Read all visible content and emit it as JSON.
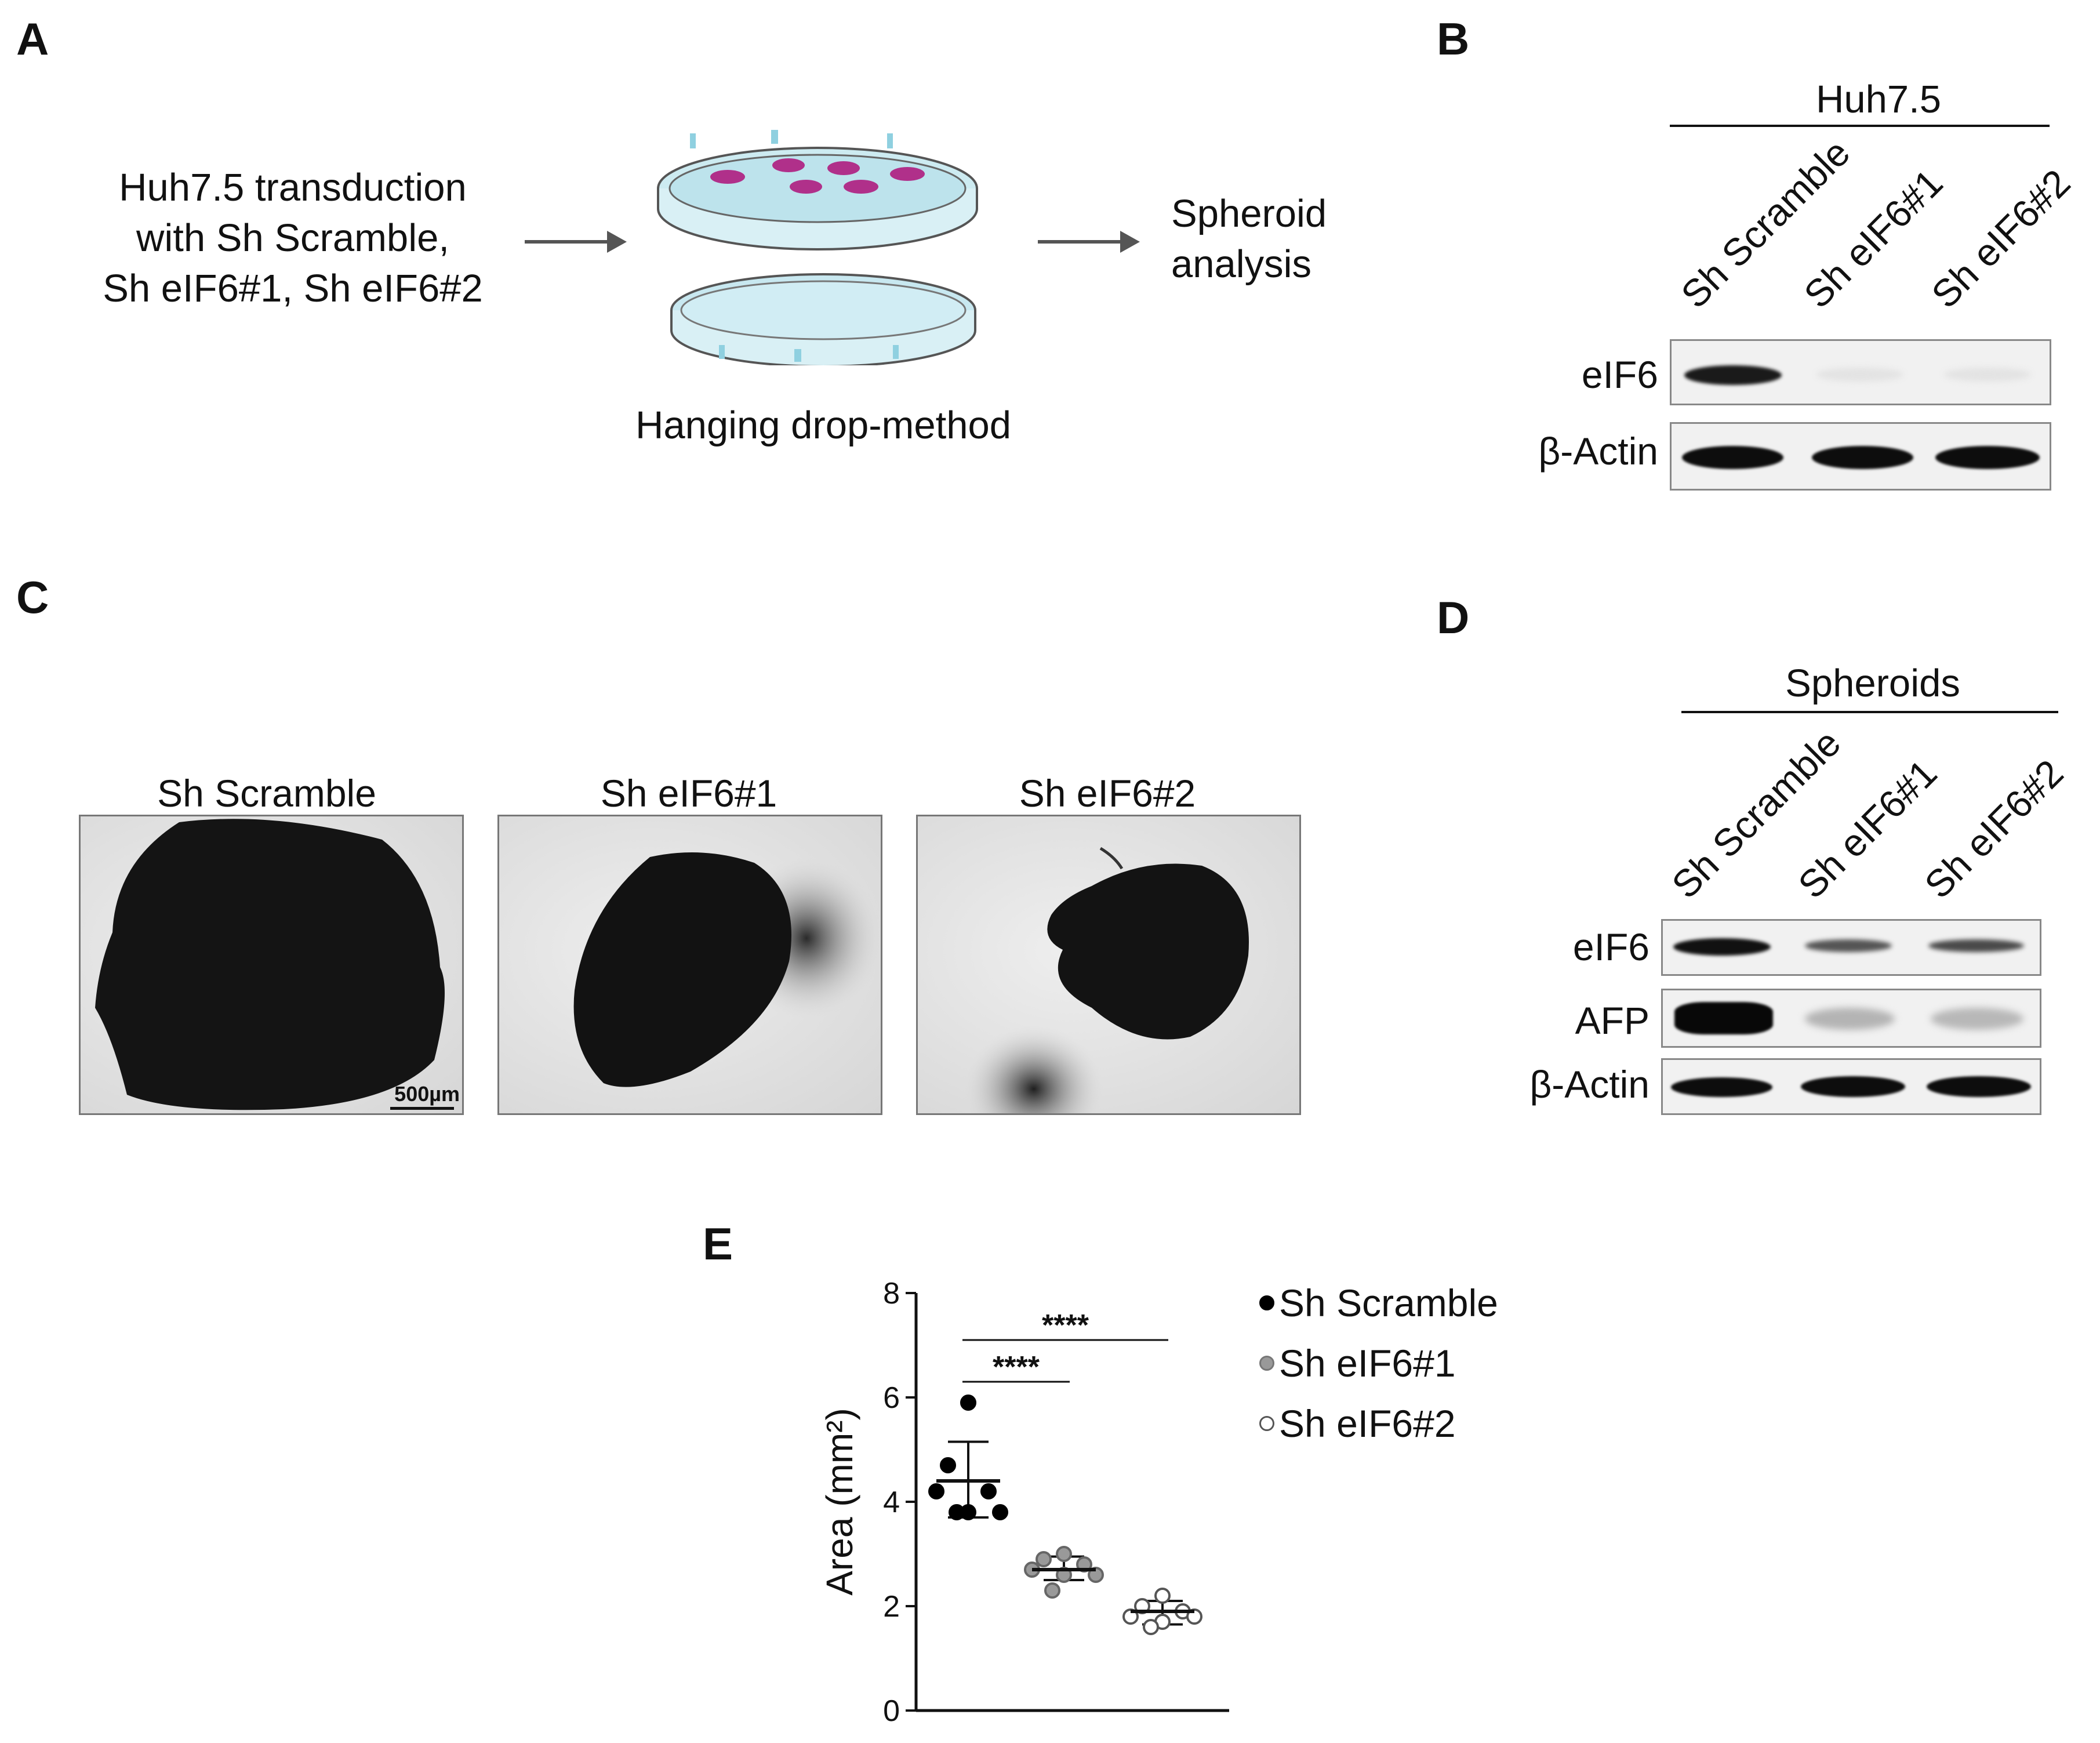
{
  "panels": {
    "a": "A",
    "b": "B",
    "c": "C",
    "d": "D",
    "e": "E"
  },
  "panel_a": {
    "left_text": [
      "Huh7.5 transduction",
      "with Sh Scramble,",
      "Sh eIF6#1, Sh eIF6#2"
    ],
    "method_caption": "Hanging drop-method",
    "right_text": [
      "Spheroid",
      "analysis"
    ]
  },
  "panel_b": {
    "group": "Huh7.5",
    "lanes": [
      "Sh Scramble",
      "Sh eIF6#1",
      "Sh eIF6#2"
    ],
    "rows": [
      "eIF6",
      "β-Actin"
    ]
  },
  "panel_c": {
    "titles": [
      "Sh Scramble",
      "Sh eIF6#1",
      "Sh eIF6#2"
    ],
    "scale_bar": "500µm"
  },
  "panel_d": {
    "group": "Spheroids",
    "lanes": [
      "Sh Scramble",
      "Sh eIF6#1",
      "Sh eIF6#2"
    ],
    "rows": [
      "eIF6",
      "AFP",
      "β-Actin"
    ]
  },
  "chart_data": {
    "type": "scatter",
    "ylabel": "Area (mm²)",
    "ylim": [
      0,
      8
    ],
    "yticks": [
      "0",
      "2",
      "4",
      "6",
      "8"
    ],
    "series": [
      {
        "name": "Sh Scramble",
        "color": "#000000",
        "fill": "black",
        "values": [
          5.9,
          4.7,
          4.2,
          4.2,
          3.8,
          3.8,
          3.8
        ],
        "mean": 4.4,
        "sd": [
          3.7,
          5.15
        ]
      },
      {
        "name": "Sh eIF6#1",
        "color": "#999999",
        "fill": "gray",
        "values": [
          3.0,
          2.9,
          2.8,
          2.7,
          2.6,
          2.6,
          2.3
        ],
        "mean": 2.7,
        "sd": [
          2.5,
          2.95
        ]
      },
      {
        "name": "Sh eIF6#2",
        "color": "#ffffff",
        "fill": "white",
        "values": [
          2.2,
          2.0,
          1.9,
          1.8,
          1.8,
          1.7,
          1.6
        ],
        "mean": 1.9,
        "sd": [
          1.65,
          2.1
        ]
      }
    ],
    "significance": [
      {
        "between": [
          "Sh Scramble",
          "Sh eIF6#1"
        ],
        "label": "****"
      },
      {
        "between": [
          "Sh Scramble",
          "Sh eIF6#2"
        ],
        "label": "****"
      }
    ],
    "legend_position": "right"
  }
}
